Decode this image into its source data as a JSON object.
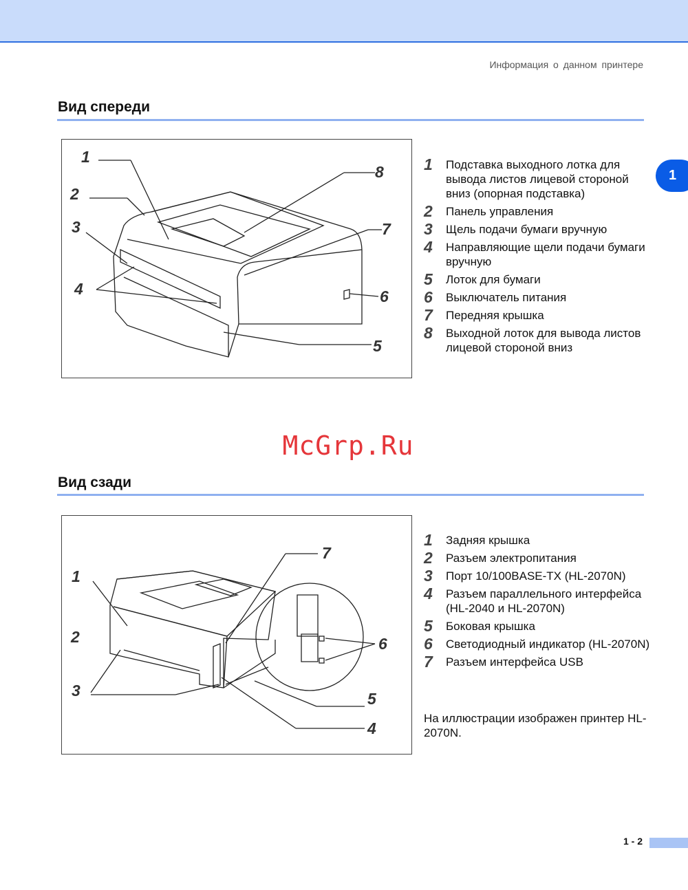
{
  "header": {
    "running_title": "Информация о данном принтере"
  },
  "chapter_tab": "1",
  "front": {
    "heading": "Вид спереди",
    "callouts": [
      "1",
      "2",
      "3",
      "4",
      "5",
      "6",
      "7",
      "8"
    ],
    "items": [
      {
        "n": "1",
        "text": "Подставка выходного лотка для вывода листов лицевой стороной вниз (опорная подставка)"
      },
      {
        "n": "2",
        "text": "Панель управления"
      },
      {
        "n": "3",
        "text": "Щель подачи бумаги вручную"
      },
      {
        "n": "4",
        "text": "Направляющие щели подачи бумаги вручную"
      },
      {
        "n": "5",
        "text": "Лоток для бумаги"
      },
      {
        "n": "6",
        "text": "Выключатель питания"
      },
      {
        "n": "7",
        "text": "Передняя крышка"
      },
      {
        "n": "8",
        "text": "Выходной лоток для вывода листов лицевой стороной вниз"
      }
    ]
  },
  "watermark": "McGrp.Ru",
  "rear": {
    "heading": "Вид сзади",
    "callouts": [
      "1",
      "2",
      "3",
      "4",
      "5",
      "6",
      "7"
    ],
    "items": [
      {
        "n": "1",
        "text": "Задняя крышка"
      },
      {
        "n": "2",
        "text": "Разъем электропитания"
      },
      {
        "n": "3",
        "text": "Порт 10/100BASE-TX (HL-2070N)"
      },
      {
        "n": "4",
        "text": "Разъем параллельного интерфейса (HL-2040 и HL-2070N)"
      },
      {
        "n": "5",
        "text": "Боковая крышка"
      },
      {
        "n": "6",
        "text": "Светодиодный индикатор (HL-2070N)"
      },
      {
        "n": "7",
        "text": "Разъем интерфейса USB"
      }
    ],
    "note": "На иллюстрации изображен принтер HL-2070N."
  },
  "footer": {
    "page": "1 - 2"
  }
}
